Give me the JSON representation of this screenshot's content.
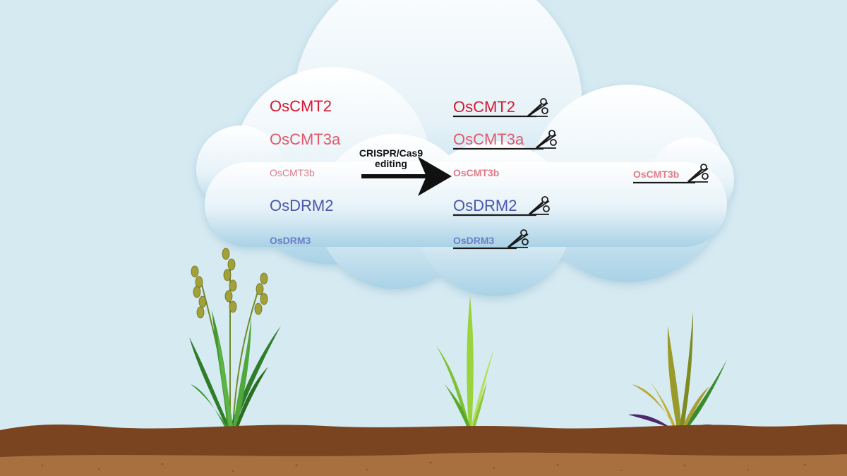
{
  "colors": {
    "sky": "#d6eaf2",
    "soil_top": "#7a4420",
    "soil_bottom": "#a8703f",
    "red": "#d6182f",
    "pink": "#e0596b",
    "lightpink": "#e07c88",
    "blue": "#4a57ad",
    "lightblue": "#6b7fc6"
  },
  "left_genes": [
    {
      "label": "OsCMT2",
      "style": "lg",
      "color": "red"
    },
    {
      "label": "OsCMT3a",
      "style": "lg",
      "color": "pink"
    },
    {
      "label": "OsCMT3b",
      "style": "sm",
      "color": "lightpink"
    },
    {
      "label": "OsDRM2",
      "style": "lg",
      "color": "blue"
    },
    {
      "label": "OsDRM3",
      "style": "smb",
      "color": "lightblue"
    }
  ],
  "edited_genes": [
    {
      "label": "OsCMT2",
      "style": "lg",
      "color": "red"
    },
    {
      "label": "OsCMT3a",
      "style": "lg",
      "color": "pink"
    },
    {
      "label": "OsCMT3b",
      "style": "smb",
      "color": "lightpink"
    },
    {
      "label": "OsDRM2",
      "style": "lg",
      "color": "blue"
    },
    {
      "label": "OsDRM3",
      "style": "smb",
      "color": "lightblue"
    }
  ],
  "right_gene": {
    "label": "OsCMT3b",
    "style": "smb",
    "color": "lightpink"
  },
  "arrow": {
    "line1": "CRISPR/Cas9",
    "line2": "editing"
  },
  "icons": {
    "scissors": "scissors-icon",
    "arrow": "arrow-right-icon"
  }
}
